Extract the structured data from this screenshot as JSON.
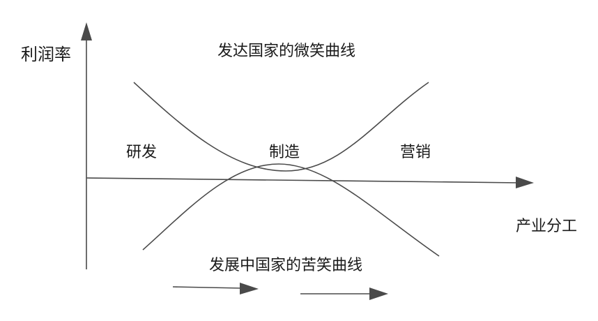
{
  "labels": {
    "y_axis": "利润率",
    "x_axis": "产业分工",
    "smile_title": "发达国家的微笑曲线",
    "frown_title": "发展中国家的苦笑曲线",
    "rd": "研发",
    "manufacturing": "制造",
    "marketing": "营销"
  },
  "colors": {
    "line": "#4a4a4a",
    "text": "#1a1a1a",
    "background": "#ffffff"
  }
}
